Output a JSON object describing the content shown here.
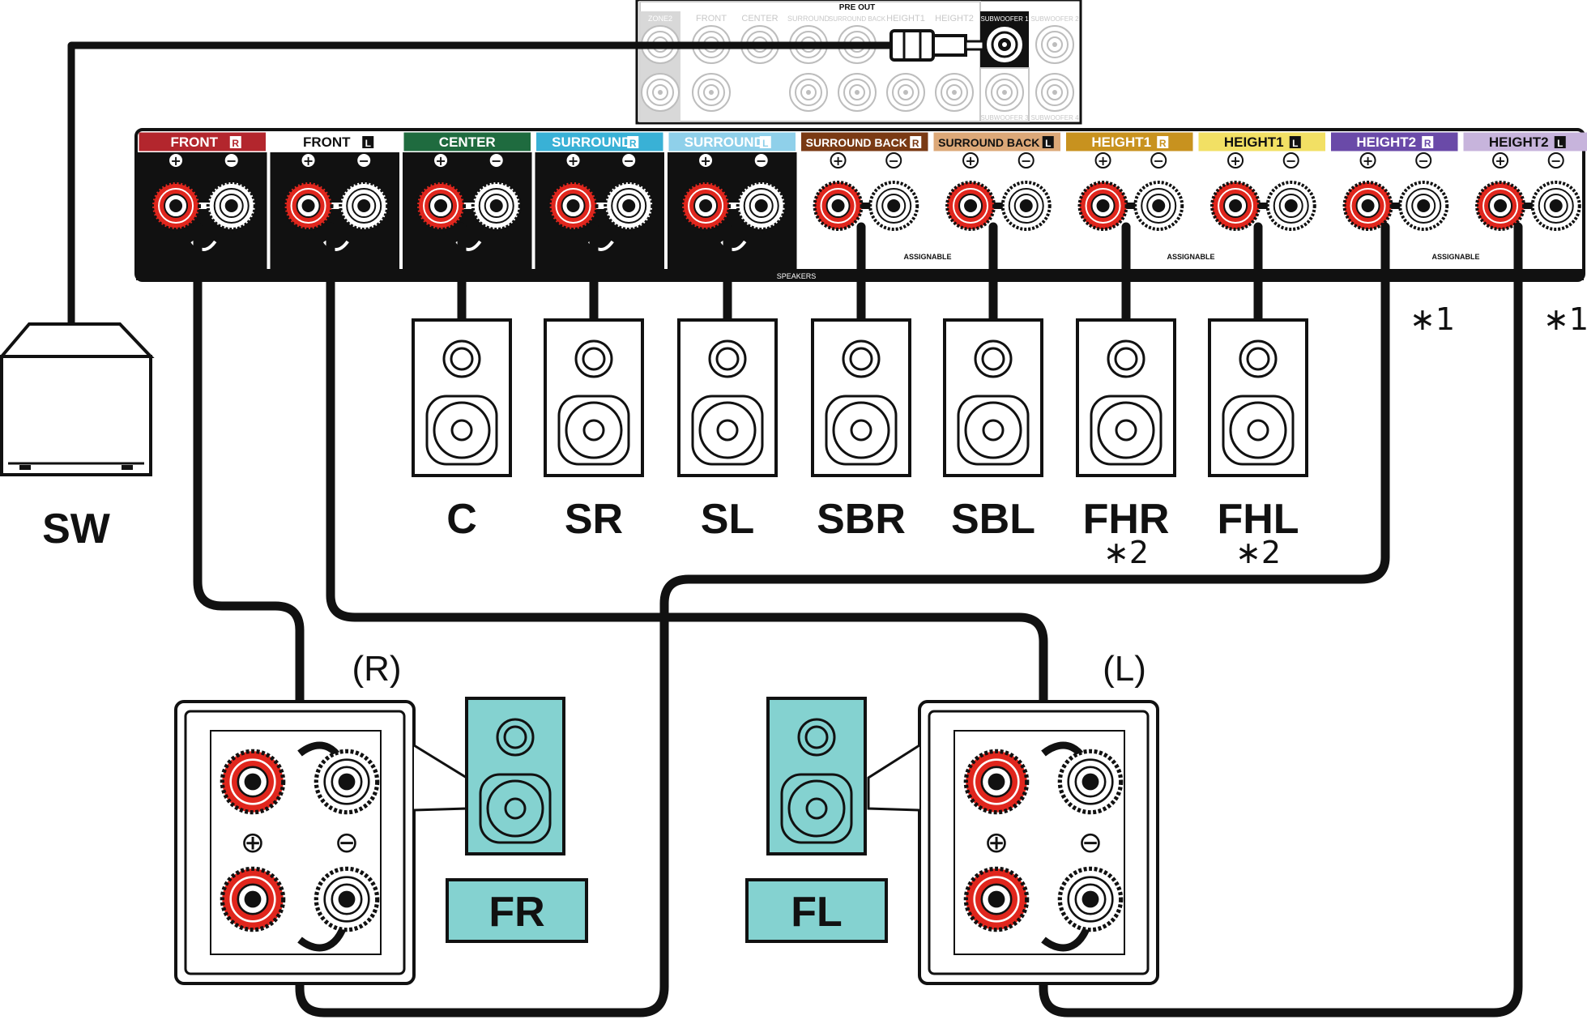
{
  "pre_out": {
    "title": "PRE OUT",
    "jacks": [
      "ZONE2",
      "FRONT",
      "CENTER",
      "SURROUND",
      "SURROUND BACK",
      "HEIGHT1",
      "HEIGHT2",
      "SUBWOOFER 1",
      "SUBWOOFER 2"
    ],
    "jacks_bottom": [
      "SUBWOOFER 3",
      "SUBWOOFER 4"
    ]
  },
  "terminal_panel": {
    "speakers_label": "SPEAKERS",
    "assignable_label": "ASSIGNABLE",
    "channels": [
      {
        "label": "FRONT",
        "side": "R",
        "color": "#b3262d"
      },
      {
        "label": "FRONT",
        "side": "L",
        "color": "#ffffff"
      },
      {
        "label": "CENTER",
        "side": "",
        "color": "#1f6b3f"
      },
      {
        "label": "SURROUND",
        "side": "R",
        "color": "#39b1d6"
      },
      {
        "label": "SURROUND",
        "side": "L",
        "color": "#8fd0ea"
      },
      {
        "label": "SURROUND BACK",
        "side": "R",
        "color": "#7a3a14"
      },
      {
        "label": "SURROUND BACK",
        "side": "L",
        "color": "#dca878"
      },
      {
        "label": "HEIGHT1",
        "side": "R",
        "color": "#c8921f"
      },
      {
        "label": "HEIGHT1",
        "side": "L",
        "color": "#f2e064"
      },
      {
        "label": "HEIGHT2",
        "side": "R",
        "color": "#6a4aa8"
      },
      {
        "label": "HEIGHT2",
        "side": "L",
        "color": "#c7b4dc"
      }
    ],
    "polarity": [
      "+",
      "−"
    ]
  },
  "speakers": [
    {
      "label": "C",
      "note": ""
    },
    {
      "label": "SR",
      "note": ""
    },
    {
      "label": "SL",
      "note": ""
    },
    {
      "label": "SBR",
      "note": ""
    },
    {
      "label": "SBL",
      "note": ""
    },
    {
      "label": "FHR",
      "note": "∗2"
    },
    {
      "label": "FHL",
      "note": "∗2"
    }
  ],
  "height2_notes": [
    "∗1",
    "∗1"
  ],
  "subwoofer": {
    "label": "SW"
  },
  "front_right": {
    "side_label": "(R)",
    "label": "FR",
    "plus": "⊕",
    "minus": "⊖"
  },
  "front_left": {
    "side_label": "(L)",
    "label": "FL",
    "plus": "⊕",
    "minus": "⊖"
  },
  "colors": {
    "accent_teal": "#84d2d0",
    "terminal_red": "#e0261d",
    "cable": "#111111"
  }
}
